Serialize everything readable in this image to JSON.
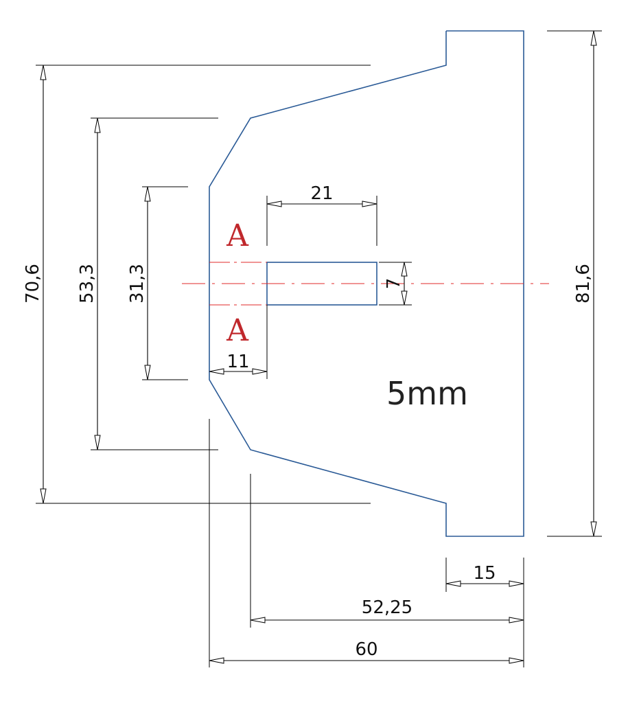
{
  "dimensions": {
    "height_81_6": "81,6",
    "height_70_6": "70,6",
    "height_53_3": "53,3",
    "height_31_3": "31,3",
    "slot_length_21": "21",
    "slot_width_7": "7",
    "offset_11": "11",
    "flange_15": "15",
    "length_52_25": "52,25",
    "length_60": "60"
  },
  "thickness_note": "5mm",
  "section_marks": {
    "top": "A",
    "bottom": "A"
  },
  "colors": {
    "outline": "#2a5a96",
    "dimension": "#000000",
    "centerline": "#e02a2a",
    "section_mark": "#c0282c"
  }
}
